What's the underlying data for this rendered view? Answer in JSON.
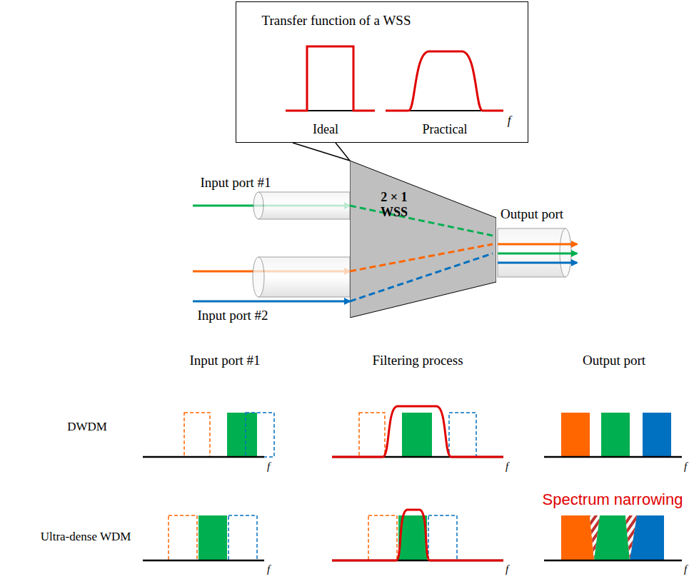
{
  "diagram": {
    "nodes": [
      {
        "text": [
          "Transfer function of a WSS",
          "Ideal",
          "Practical",
          "f"
        ]
      },
      {
        "text": [
          "2 × 1 WSS"
        ]
      }
    ],
    "edges": [
      {
        "from": 0,
        "to": 1,
        "arrow": "none"
      }
    ],
    "labels": [
      "Input port #1",
      "Input port #2",
      "Output port",
      "Input port #1",
      "Filtering process",
      "Output port",
      "DWDM",
      "Ultra-dense WDM",
      "Spectrum narrowing",
      "f",
      "f",
      "f",
      "f",
      "f",
      "f"
    ]
  }
}
